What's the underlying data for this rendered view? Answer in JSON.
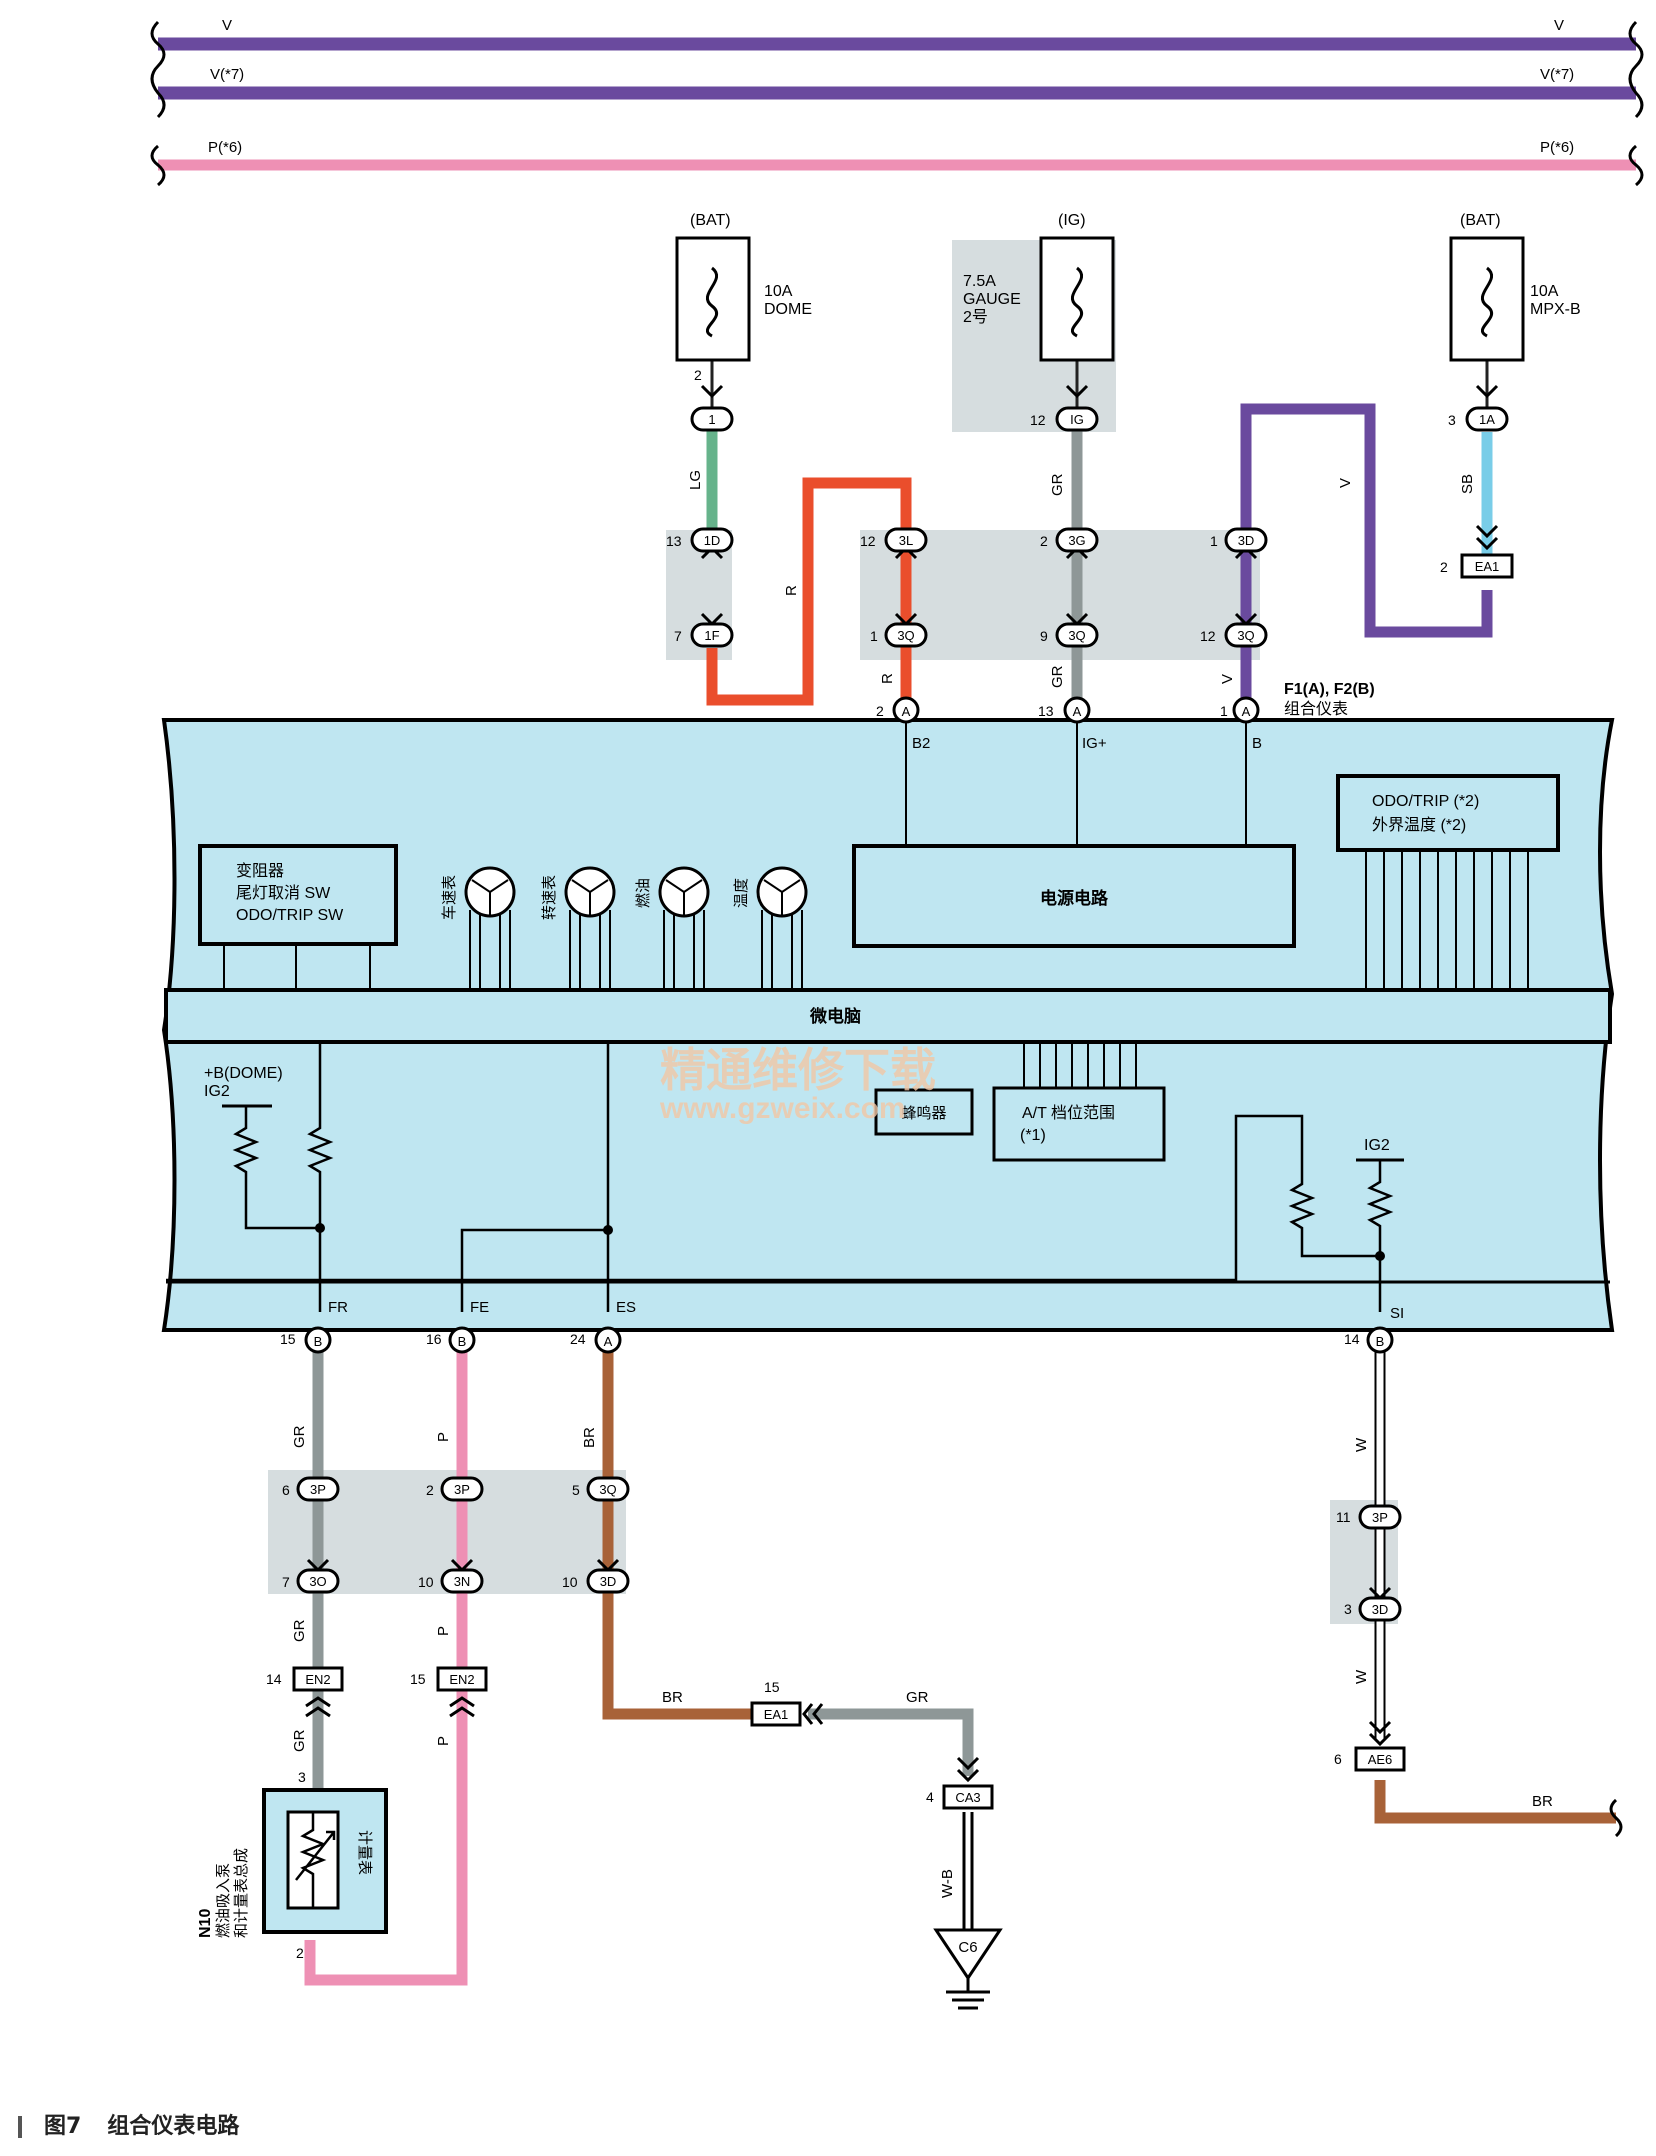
{
  "colors": {
    "V": "#6a4a9e",
    "P": "#ee90b4",
    "LG": "#66b38b",
    "R": "#ea4e2c",
    "GR": "#8e9797",
    "SB": "#79cde8",
    "BR": "#a86238",
    "W": "#ffffff",
    "panel": "#bfe6f1",
    "connector_bg": "#d6dddf",
    "watermark": "#f2c7a6"
  },
  "bus": {
    "v_left": "V",
    "v_right": "V",
    "v7_left": "V(*7)",
    "v7_right": "V(*7)",
    "p6_left": "P(*6)",
    "p6_right": "P(*6)"
  },
  "fuses": {
    "dome": {
      "source": "(BAT)",
      "rating": "10A",
      "name": "DOME",
      "pin": "2"
    },
    "gauge": {
      "source": "(IG)",
      "rating": "7.5A",
      "name": "GAUGE",
      "name2": "2号"
    },
    "mpx": {
      "source": "(BAT)",
      "rating": "10A",
      "name": "MPX-B"
    }
  },
  "connectors": {
    "c1": "1",
    "c_ig": "IG",
    "c_1a": "1A",
    "c_1d": "1D",
    "c_1f": "1F",
    "c_3l": "3L",
    "c_3q_a": "3Q",
    "c_3g": "3G",
    "c_3q_b": "3Q",
    "c_3d_top": "3D",
    "c_3q_c": "3Q",
    "ea1_top": "EA1",
    "cluster_a": "A",
    "cluster_b": "B",
    "c_3p_a": "3P",
    "c_3p_b": "3P",
    "c_3q_d": "3Q",
    "c_3o": "3O",
    "c_3n": "3N",
    "c_3d_mid": "3D",
    "c_3p_r": "3P",
    "c_3d_r": "3D",
    "en2_a": "EN2",
    "en2_b": "EN2",
    "ea1_bot": "EA1",
    "ca3": "CA3",
    "c6": "C6",
    "ae6": "AE6"
  },
  "pins": {
    "p_12_ig": "12",
    "p_3_1a": "3",
    "p_13": "13",
    "p_7": "7",
    "p_12_3l": "12",
    "p_1_3q": "1",
    "p_2_3g": "2",
    "p_9_3q": "9",
    "p_1_3d": "1",
    "p_12_3q": "12",
    "p_2_ea1": "2",
    "p_2_b2": "2",
    "p_13_ig": "13",
    "p_1_b": "1",
    "p_15": "15",
    "p_16": "16",
    "p_24": "24",
    "p_14": "14",
    "p_6": "6",
    "p_2b": "2",
    "p_5": "5",
    "p_7b": "7",
    "p_10a": "10",
    "p_10b": "10",
    "p_11": "11",
    "p_3b": "3",
    "p_14en": "14",
    "p_15en": "15",
    "p_15ea": "15",
    "p_4": "4",
    "p_6ae": "6",
    "p_3n10": "3",
    "p_2n10": "2"
  },
  "wire_labels": {
    "lg": "LG",
    "r1": "R",
    "r2": "R",
    "gr1": "GR",
    "gr2": "GR",
    "v1": "V",
    "v2": "V",
    "sb": "SB",
    "gr_l1": "GR",
    "gr_l2": "GR",
    "gr_l3": "GR",
    "p1": "P",
    "p2": "P",
    "p3": "P",
    "br1": "BR",
    "br_h": "BR",
    "gr_h": "GR",
    "wb": "W-B",
    "w1": "W",
    "w2": "W",
    "br_r": "BR"
  },
  "cluster": {
    "id": "F1(A), F2(B)",
    "name": "组合仪表",
    "term_b2": "B2",
    "term_ig": "IG+",
    "term_b": "B",
    "odo_trip": "ODO/TRIP (*2)",
    "ambient": "外界温度 (*2)",
    "rheostat_line1": "变阻器",
    "rheostat_line2": "尾灯取消 SW",
    "rheostat_line3": "ODO/TRIP SW",
    "speedometer": "车速表",
    "tachometer": "转速表",
    "fuel": "燃油",
    "temp": "温度",
    "power_circuit": "电源电路",
    "microcomputer": "微电脑",
    "bdome": "+B(DOME)",
    "ig2_left": "IG2",
    "ig2_right": "IG2",
    "buzzer": "蜂鸣器",
    "at_range1": "A/T 档位范围",
    "at_range2": "(*1)",
    "term_fr": "FR",
    "term_fe": "FE",
    "term_es": "ES",
    "term_si": "SI"
  },
  "n10": {
    "id": "N10",
    "line1": "燃油吸入泵",
    "line2": "和计量表总成",
    "gauge": "计量表"
  },
  "watermark": {
    "line1": "精通维修下载",
    "line2": "www.gzweix.com"
  },
  "caption": {
    "fig": "图7",
    "title": "组合仪表电路"
  }
}
